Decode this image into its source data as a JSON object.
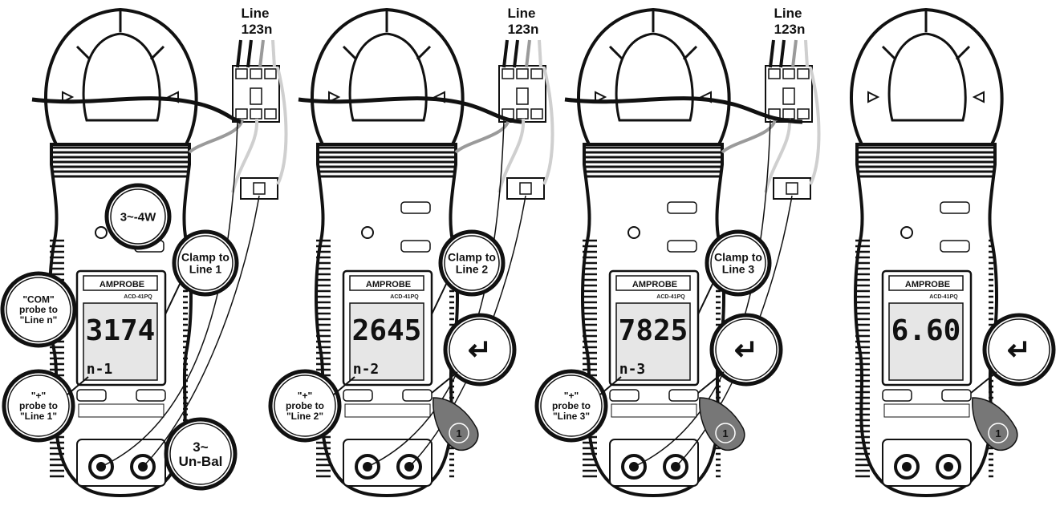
{
  "brand": "AMPROBE",
  "model": "ACD-41PQ",
  "line_label": "Line",
  "line_numbers": "123n",
  "panels": [
    {
      "id": "panel-1",
      "reading": "3174",
      "sub_display": "n-1",
      "clamp_callout": [
        "Clamp to",
        "Line 1"
      ],
      "mode_callout": "3~-4W",
      "com_callout": [
        "\"COM\"",
        "probe to",
        "\"Line n\""
      ],
      "plus_callout": [
        "\"+\"",
        "probe to",
        "\"Line 1\""
      ],
      "unbal_callout": [
        "3~",
        "Un-Bal"
      ],
      "enter_symbol": "",
      "finger_number": "",
      "show_wiring": true
    },
    {
      "id": "panel-2",
      "reading": "2645",
      "sub_display": "n-2",
      "clamp_callout": [
        "Clamp to",
        "Line 2"
      ],
      "plus_callout": [
        "\"+\"",
        "probe to",
        "\"Line 2\""
      ],
      "enter_symbol": "↵",
      "finger_number": "1",
      "show_wiring": true
    },
    {
      "id": "panel-3",
      "reading": "7825",
      "sub_display": "n-3",
      "clamp_callout": [
        "Clamp to",
        "Line 3"
      ],
      "plus_callout": [
        "\"+\"",
        "probe to",
        "\"Line 3\""
      ],
      "enter_symbol": "↵",
      "finger_number": "1",
      "show_wiring": true
    },
    {
      "id": "panel-4",
      "reading": "6.60",
      "sub_display": "",
      "enter_symbol": "↵",
      "finger_number": "1",
      "show_wiring": false
    }
  ],
  "colors": {
    "ink": "#111111",
    "grey_wire": "#9a9a9a",
    "light_grey": "#cfcfcf",
    "lcd_bg": "#e6e6e6",
    "finger": "#777777"
  }
}
